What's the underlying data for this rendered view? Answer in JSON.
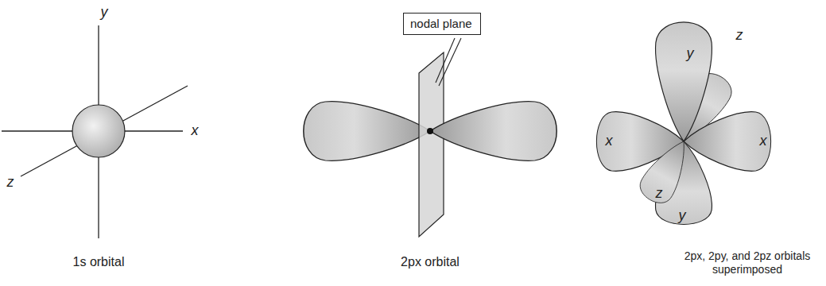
{
  "diagram": {
    "nodes": [
      {
        "text": [
          "nodal plane"
        ]
      }
    ],
    "labels": [
      "y",
      "x",
      "z",
      "1s orbital",
      "2px orbital",
      "y",
      "z",
      "x",
      "x",
      "z",
      "y",
      "2px, 2py, and 2pz orbitals superimposed"
    ]
  }
}
